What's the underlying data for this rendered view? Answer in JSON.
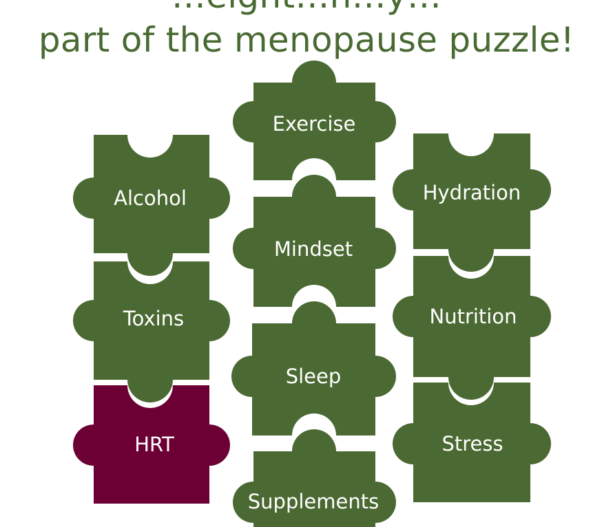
{
  "headline": {
    "line1": "…eight…n…y…",
    "line2": "part of the menopause puzzle!"
  },
  "colors": {
    "text": "#4a6a33",
    "piece": "#4b6932",
    "highlight": "#6c0034",
    "background": "#ffffff"
  },
  "pieces": [
    {
      "label": "Exercise",
      "highlight": false
    },
    {
      "label": "Alcohol",
      "highlight": false
    },
    {
      "label": "Hydration",
      "highlight": false
    },
    {
      "label": "Mindset",
      "highlight": false
    },
    {
      "label": "Toxins",
      "highlight": false
    },
    {
      "label": "Nutrition",
      "highlight": false
    },
    {
      "label": "Sleep",
      "highlight": false
    },
    {
      "label": "HRT",
      "highlight": true
    },
    {
      "label": "Stress",
      "highlight": false
    },
    {
      "label": "Supplements",
      "highlight": false
    }
  ]
}
